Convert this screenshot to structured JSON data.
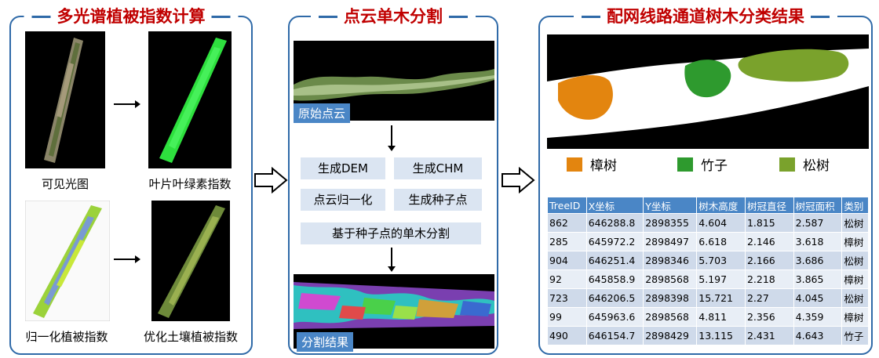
{
  "panels": {
    "multispectral": {
      "title": "多光谱植被指数计算",
      "captions": [
        "可见光图",
        "叶片叶绿素指数",
        "归一化植被指数",
        "优化土壤植被指数"
      ]
    },
    "segmentation": {
      "title": "点云单木分割",
      "raw_label": "原始点云",
      "steps": [
        "生成DEM",
        "生成CHM",
        "点云归一化",
        "生成种子点",
        "基于种子点的单木分割"
      ],
      "result_label": "分割结果"
    },
    "classification": {
      "title": "配网线路通道树木分类结果",
      "legend": [
        {
          "label": "樟树",
          "color": "#e3850f"
        },
        {
          "label": "竹子",
          "color": "#2e9a2e"
        },
        {
          "label": "松树",
          "color": "#7aa22c"
        }
      ],
      "table": {
        "headers": [
          "TreeID",
          "X坐标",
          "Y坐标",
          "树木高度",
          "树冠直径",
          "树冠面积",
          "类别"
        ],
        "rows": [
          [
            "862",
            "646288.8",
            "2898355",
            "4.604",
            "1.815",
            "2.587",
            "松树"
          ],
          [
            "285",
            "645972.2",
            "2898497",
            "6.618",
            "2.146",
            "3.618",
            "樟树"
          ],
          [
            "904",
            "646251.4",
            "2898346",
            "5.703",
            "2.166",
            "3.686",
            "松树"
          ],
          [
            "92",
            "645858.9",
            "2898568",
            "5.197",
            "2.218",
            "3.865",
            "樟树"
          ],
          [
            "723",
            "646206.5",
            "2898398",
            "15.721",
            "2.27",
            "4.045",
            "松树"
          ],
          [
            "99",
            "645963.6",
            "2898568",
            "4.811",
            "2.356",
            "4.359",
            "樟树"
          ],
          [
            "490",
            "646154.7",
            "2898429",
            "13.115",
            "2.431",
            "4.643",
            "竹子"
          ]
        ]
      }
    }
  },
  "colors": {
    "border": "#2f6aa8",
    "title": "#c00000",
    "label_blue": "#4a86c6",
    "step_fill": "#dbe5f2"
  }
}
